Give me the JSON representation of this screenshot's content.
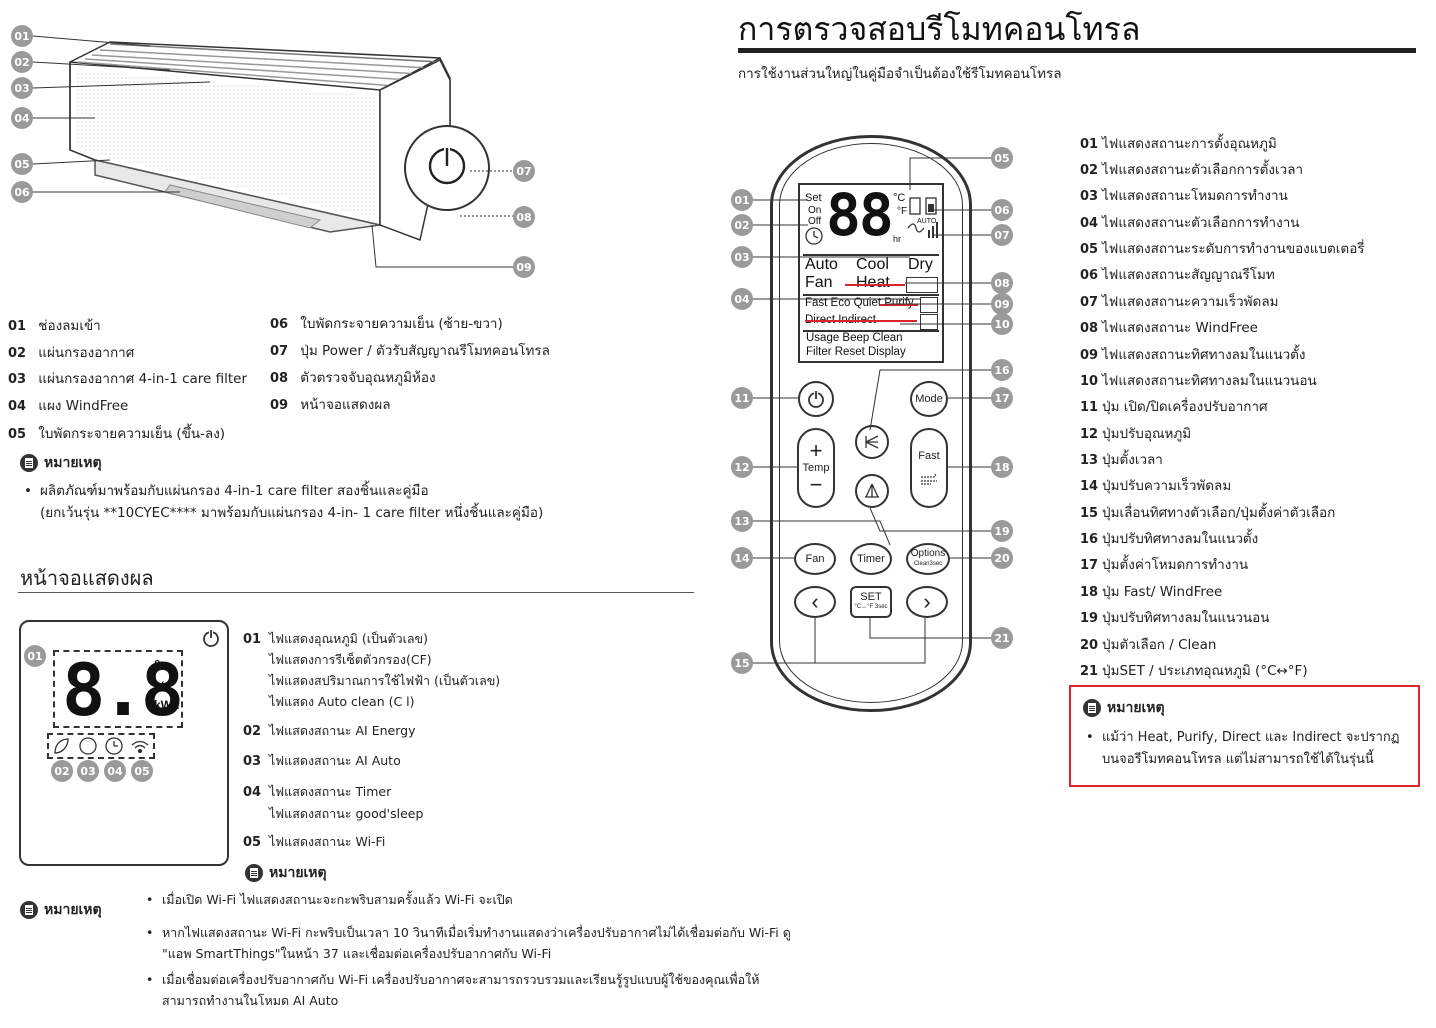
{
  "unit": {
    "callouts": [
      "01",
      "02",
      "03",
      "04",
      "05",
      "06",
      "07",
      "08",
      "09"
    ],
    "parts": [
      {
        "num": "01",
        "label": "ช่องลมเข้า"
      },
      {
        "num": "02",
        "label": "แผ่นกรองอากาศ"
      },
      {
        "num": "03",
        "label": "แผ่นกรองอากาศ 4-in-1 care filter"
      },
      {
        "num": "04",
        "label": "แผง WindFree"
      },
      {
        "num": "05",
        "label": "ใบพัดกระจายความเย็น (ขึ้น-ลง)"
      },
      {
        "num": "06",
        "label": "ใบพัดกระจายความเย็น (ซ้าย-ขวา)"
      },
      {
        "num": "07",
        "label": "ปุ่ม Power / ตัวรับสัญญาณรีโมทคอนโทรล"
      },
      {
        "num": "08",
        "label": "ตัวตรวจจับอุณหภูมิห้อง"
      },
      {
        "num": "09",
        "label": "หน้าจอแสดงผล"
      }
    ],
    "note_title": "หมายเหตุ",
    "note_lines": [
      "ผลิตภัณฑ์มาพร้อมกับแผ่นกรอง 4-in-1 care filter สองชิ้นและคู่มือ",
      "(ยกเว้นรุ่น **10CYEC**** มาพร้อมกับแผ่นกรอง 4-in-  1 care filter หนึ่งชิ้นและคู่มือ)"
    ]
  },
  "display": {
    "title": "หน้าจอแสดงผล",
    "digits": "8.8",
    "unit_deg": "°",
    "unit_pct": "%",
    "unit_kwh": "kWh",
    "callouts": [
      "01",
      "02",
      "03",
      "04",
      "05"
    ],
    "items": [
      {
        "num": "01",
        "lines": [
          "ไฟแสดงอุณหภูมิ (เป็นตัวเลข)",
          "ไฟแสดงการรีเซ็ตตัวกรอง(CF)",
          "ไฟแสดงสปริมาณการใช้ไฟฟ้า (เป็นตัวเลข)",
          "ไฟแสดง Auto clean (C l)"
        ]
      },
      {
        "num": "02",
        "lines": [
          "ไฟแสดงสถานะ AI Energy"
        ]
      },
      {
        "num": "03",
        "lines": [
          "ไฟแสดงสถานะ AI Auto"
        ]
      },
      {
        "num": "04",
        "lines": [
          "ไฟแสดงสถานะ Timer",
          "ไฟแสดงสถานะ good'sleep"
        ]
      },
      {
        "num": "05",
        "lines": [
          "ไฟแสดงสถานะ Wi-Fi"
        ]
      }
    ],
    "note_title_small": "หมายเหตุ",
    "note_title": "หมายเหตุ",
    "notes": [
      [
        "เมื่อเปิด Wi-Fi ไฟแสดงสถานะจะกะพริบสามครั้งแล้ว Wi-Fi   จะเปิด"
      ],
      [
        "หากไฟแสดงสถานะ Wi-Fi กะพริบเป็นเวลา 10 วินาทีเมื่อเริ่มทำงานแสดงว่าเครื่องปรับอากาศไม่ได้เชื่อมต่อกับ Wi-Fi ดู",
        "\"แอพ SmartThings\"ในหน้า 37 และเชื่อมต่อเครื่องปรับอากาศกับ Wi-Fi"
      ],
      [
        "เมื่อเชื่อมต่อเครื่องปรับอากาศกับ Wi-Fi เครื่องปรับอากาศจะสามารถรวบรวมและเรียนรู้รูปแบบผู้ใช้ของคุณเพื่อให้",
        "สามารถทำงานในโหมด AI Auto"
      ]
    ]
  },
  "remote": {
    "title": "การตรวจสอบรีโมทคอนโทรล",
    "subtitle": "การใช้งานส่วนใหญ่ในคู่มือจำเป็นต้องใช้รีโมทคอนโทรล",
    "lcd": {
      "set": "Set",
      "on": "On",
      "off": "Off",
      "digits": "88",
      "deg": "°C",
      "f": "°F",
      "hr": "hr",
      "auto_small": "AUTO",
      "modes_row1": [
        "Auto",
        "Cool",
        "Dry"
      ],
      "modes_row2": [
        "Fan",
        "Heat"
      ],
      "row3": "Fast Eco Quiet Purify",
      "row4": "Direct Indirect",
      "row5": "Usage Beep Clean",
      "row6": "Filter Reset  Display"
    },
    "buttons": {
      "temp": "Temp",
      "plus": "+",
      "minus": "−",
      "fast": "Fast",
      "mode": "Mode",
      "fan": "Fan",
      "timer": "Timer",
      "options": "Options",
      "options_sub": "Clean3sec",
      "set": "SET",
      "set_sub": "°C↔°F 3sec",
      "left": "‹",
      "right": "›"
    },
    "callouts_left": [
      "01",
      "02",
      "03",
      "04",
      "11",
      "12",
      "13",
      "14",
      "15"
    ],
    "callouts_right": [
      "05",
      "06",
      "07",
      "08",
      "09",
      "10",
      "16",
      "17",
      "18",
      "19",
      "20",
      "21"
    ],
    "items": [
      {
        "num": "01",
        "label": "ไฟแสดงสถานะการตั้งอุณหภูมิ"
      },
      {
        "num": "02",
        "label": "ไฟแสดงสถานะตัวเลือกการตั้งเวลา"
      },
      {
        "num": "03",
        "label": "ไฟแสดงสถานะโหมดการทำงาน"
      },
      {
        "num": "04",
        "label": "ไฟแสดงสถานะตัวเลือกการทำงาน"
      },
      {
        "num": "05",
        "label": "ไฟแสดงสถานะระดับการทำงานของแบตเตอรี่"
      },
      {
        "num": "06",
        "label": "ไฟแสดงสถานะสัญญาณรีโมท"
      },
      {
        "num": "07",
        "label": "ไฟแสดงสถานะความเร็วพัดลม"
      },
      {
        "num": "08",
        "label": "ไฟแสดงสถานะ WindFree"
      },
      {
        "num": "09",
        "label": "ไฟแสดงสถานะทิศทางลมในแนวตั้ง"
      },
      {
        "num": "10",
        "label": "ไฟแสดงสถานะทิศทางลมในแนวนอน"
      },
      {
        "num": "11",
        "label": "ปุ่ม เปิด/ปิดเครื่องปรับอากาศ"
      },
      {
        "num": "12",
        "label": "ปุ่มปรับอุณหภูมิ"
      },
      {
        "num": "13",
        "label": "ปุ่มตั้งเวลา"
      },
      {
        "num": "14",
        "label": "ปุ่มปรับความเร็วพัดลม"
      },
      {
        "num": "15",
        "label": "ปุ่มเลื่อนทิศทางตัวเลือก/ปุ่มตั้งค่าตัวเลือก"
      },
      {
        "num": "16",
        "label": "ปุ่มปรับทิศทางลมในแนวตั้ง"
      },
      {
        "num": "17",
        "label": "ปุ่มตั้งค่าโหมดการทำงาน"
      },
      {
        "num": "18",
        "label": "ปุ่ม Fast/ WindFree"
      },
      {
        "num": "19",
        "label": "ปุ่มปรับทิศทางลมในแนวนอน"
      },
      {
        "num": "20",
        "label": "ปุ่มตัวเลือก / Clean"
      },
      {
        "num": "21",
        "label": "ปุ่มSET / ประเภทอุณหภูมิ (°C↔°F)"
      }
    ],
    "note_title": "หมายเหตุ",
    "note_lines": [
      "แม้ว่า Heat, Purify, Direct และ Indirect จะปรากฏ",
      "บนจอรีโมทคอนโทรล แต่ไม่สามารถใช้ได้ในรุ่นนี้"
    ],
    "highlight_color": "#d9262b"
  }
}
